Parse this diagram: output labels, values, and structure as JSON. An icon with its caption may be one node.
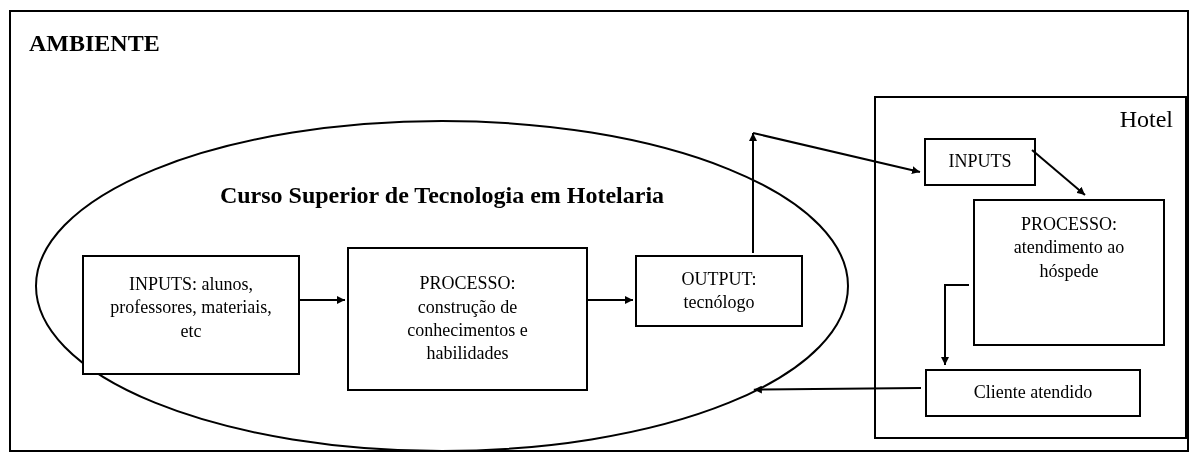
{
  "diagram": {
    "nodes": [
      {
        "text": [
          "AMBIENTE"
        ]
      },
      {
        "text": [
          "Curso Superior de Tecnologia em Hotelaria"
        ],
        "in": 0
      },
      {
        "text": [
          "INPUTS: alunos, professores, materiais, etc"
        ],
        "in": 1
      },
      {
        "text": [
          "PROCESSO: construção de conhecimentos e habilidades"
        ],
        "in": 1
      },
      {
        "text": [
          "OUTPUT: tecnólogo"
        ],
        "in": 1
      },
      {
        "text": [
          "Hotel"
        ],
        "in": 0
      },
      {
        "text": [
          "INPUTS"
        ],
        "in": 5
      },
      {
        "text": [
          "PROCESSO: atendimento ao hóspede"
        ],
        "in": 5
      },
      {
        "text": [
          "Cliente atendido"
        ],
        "in": 5
      }
    ],
    "edges": [
      {
        "from": 2,
        "to": 3,
        "arrow": "to"
      },
      {
        "from": 3,
        "to": 4,
        "arrow": "to"
      },
      {
        "from": 4,
        "to": null,
        "arrow": "to"
      },
      {
        "from": null,
        "to": 6,
        "arrow": "to"
      },
      {
        "from": 6,
        "to": 7,
        "arrow": "to"
      },
      {
        "from": 7,
        "to": 8,
        "arrow": "to"
      },
      {
        "from": 8,
        "to": 1,
        "arrow": "to"
      }
    ]
  }
}
